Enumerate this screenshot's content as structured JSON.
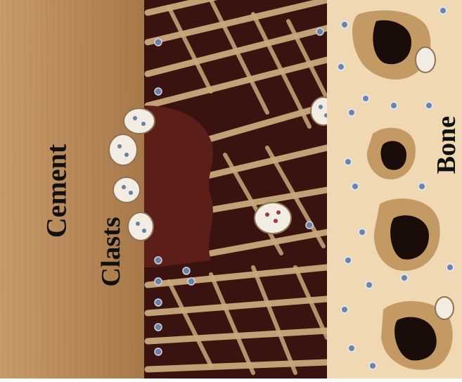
{
  "labels": {
    "cement": "Cement",
    "clasts": "Clasts",
    "bone": "Bone"
  },
  "colors": {
    "cement": "#b8895a",
    "dentin_dark": "#3a1210",
    "trabeculae": "#c9a97c",
    "resorption": "#5c1e18",
    "bone": "#efd8b2",
    "clast_cell": "#f3ece2",
    "cell_nucleus": "#5b6f8e"
  }
}
